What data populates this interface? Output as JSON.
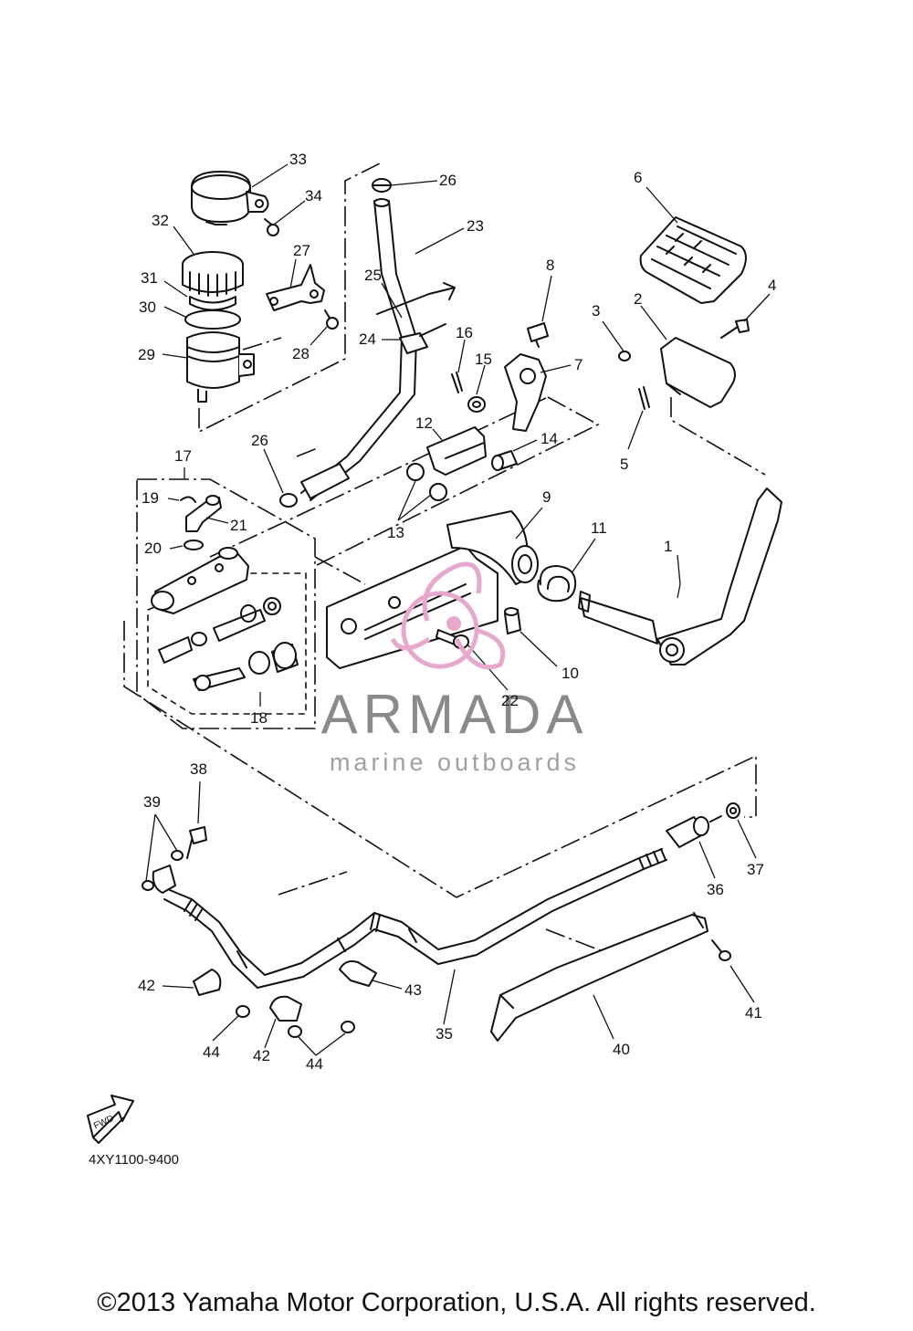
{
  "labels": [
    "1",
    "2",
    "3",
    "4",
    "5",
    "6",
    "7",
    "8",
    "9",
    "10",
    "11",
    "12",
    "13",
    "14",
    "15",
    "16",
    "17",
    "18",
    "19",
    "20",
    "21",
    "22",
    "23",
    "24",
    "25",
    "26",
    "26",
    "27",
    "28",
    "29",
    "30",
    "31",
    "32",
    "33",
    "34",
    "35",
    "36",
    "37",
    "38",
    "39",
    "40",
    "41",
    "42",
    "42",
    "43",
    "44",
    "44"
  ],
  "watermark": {
    "title": "ARMADA",
    "subtitle": "marine outboards"
  },
  "fwd_label": "FWD",
  "diagram_code": "4XY1100-9400",
  "copyright": "©2013 Yamaha Motor Corporation, U.S.A. All rights reserved.",
  "colors": {
    "line": "#111111",
    "watermark_pink": "#e7a8cd",
    "watermark_gray": "#8a8a8a"
  }
}
